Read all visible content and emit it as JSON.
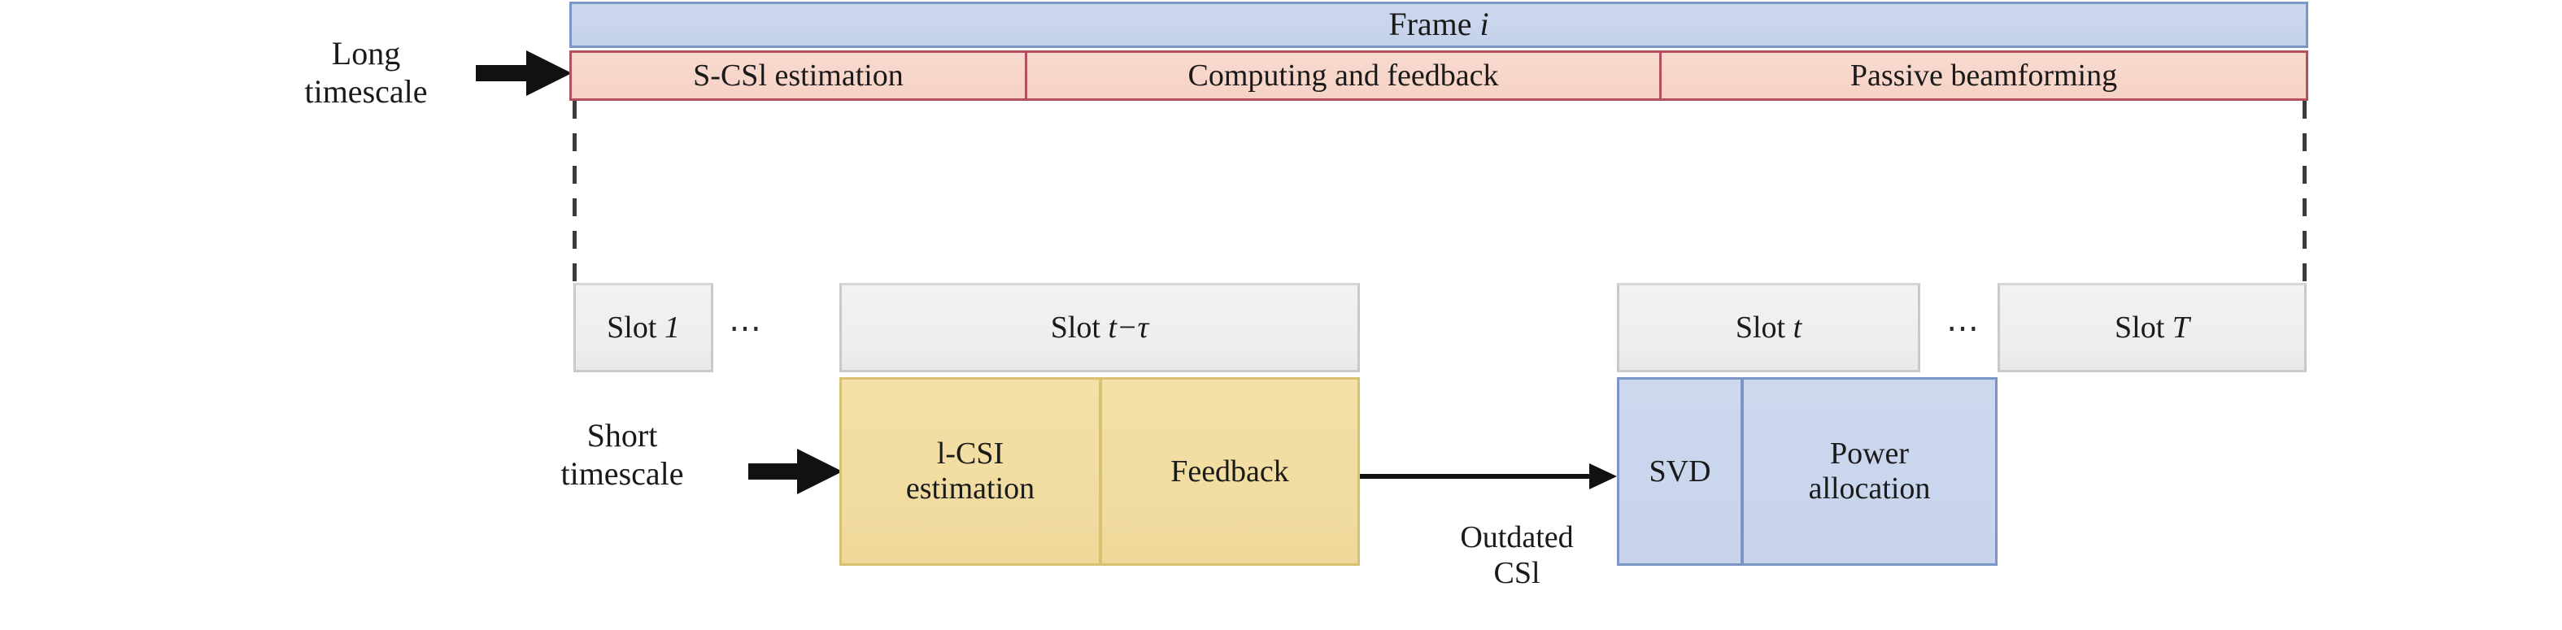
{
  "diagram": {
    "title_frame": "Frame i",
    "long_timescale_label": "Long\ntimescale",
    "short_timescale_label": "Short\ntimescale",
    "outdated_note": "Outdated\nCSl",
    "long_timescale_line1": "Long",
    "long_timescale_line2": "timescale",
    "short_timescale_line1": "Short",
    "short_timescale_line2": "timescale",
    "outdated_line1": "Outdated",
    "outdated_line2": "CSl"
  },
  "frame_bar": {
    "label": "Frame i",
    "label_plain": "Frame",
    "label_italic": "i"
  },
  "long_phases": [
    {
      "label": "S-CSl estimation"
    },
    {
      "label": "Computing and feedback"
    },
    {
      "label": "Passive beamforming"
    }
  ],
  "slots": [
    {
      "label": "Slot 1",
      "plain": "Slot ",
      "italic": "1"
    },
    {
      "label": "Slot t−τ",
      "plain": "Slot ",
      "italic": "t−τ"
    },
    {
      "label": "Slot t",
      "plain": "Slot ",
      "italic": "t"
    },
    {
      "label": "Slot T",
      "plain": "Slot ",
      "italic": "T"
    }
  ],
  "ellipses": {
    "left": "⋯",
    "right": "⋯"
  },
  "short_phases_yellow": [
    {
      "line1": "l-CSI",
      "line2": "estimation",
      "label": "l-CSI estimation"
    },
    {
      "line1": "Feedback",
      "line2": "",
      "label": "Feedback"
    }
  ],
  "short_phases_blue": [
    {
      "line1": "SVD",
      "line2": "",
      "label": "SVD"
    },
    {
      "line1": "Power",
      "line2": "allocation",
      "label": "Power allocation"
    }
  ],
  "colors": {
    "frame_fill": "#c8d5ec",
    "frame_border": "#7b95c4",
    "red_fill": "#f6d2c7",
    "red_border": "#b4505e",
    "slot_fill": "#eeeeee",
    "slot_border": "#c9c9c9",
    "yellow_fill": "#f1dda1",
    "yellow_border": "#d8c271",
    "blue_fill": "#c7d4ec",
    "blue_border": "#7b95c4",
    "arrow": "#111111",
    "text": "#1a1a1a"
  }
}
